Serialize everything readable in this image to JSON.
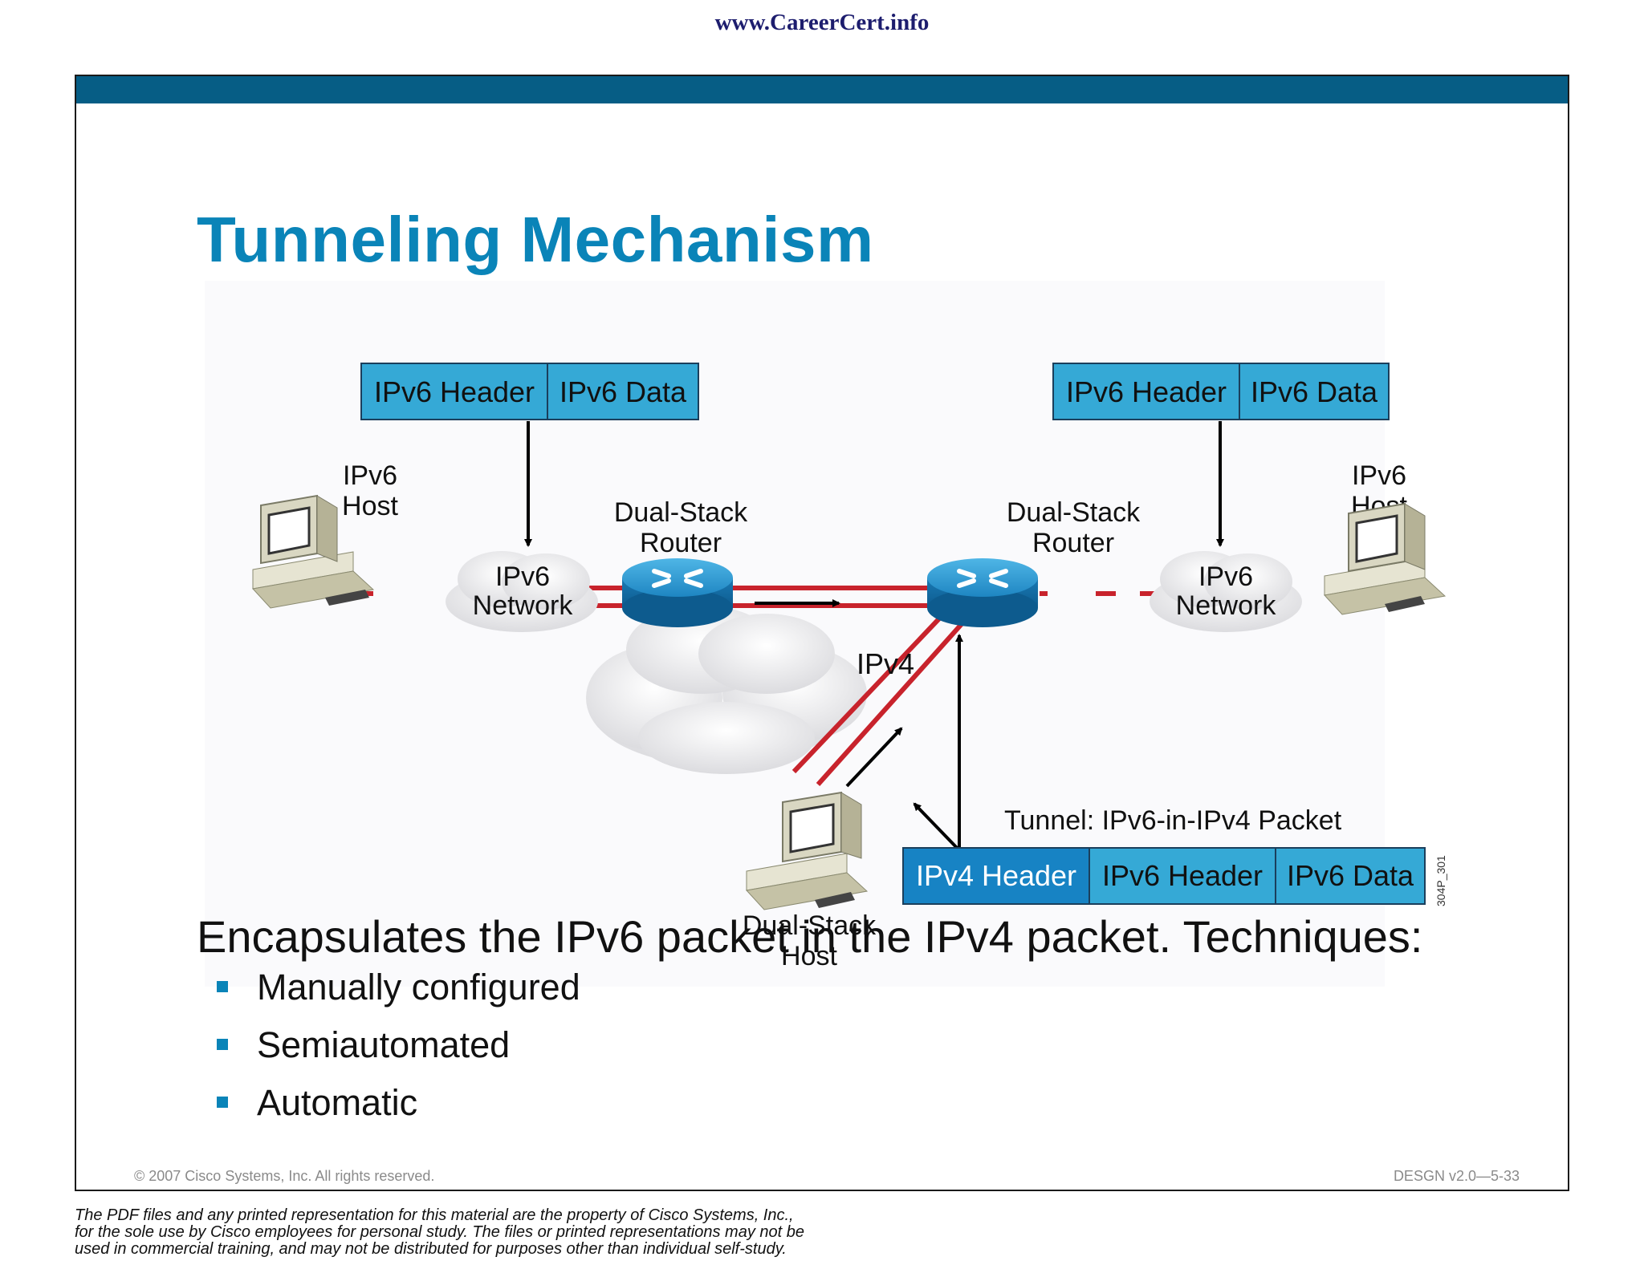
{
  "site_url": "www.CareerCert.info",
  "slide": {
    "title": "Tunneling Mechanism",
    "copyright": "© 2007 Cisco Systems, Inc. All rights reserved.",
    "course_code": "DESGN v2.0—5-33",
    "intro": "Encapsulates the IPv6 packet in the IPv4 packet. Techniques:",
    "bullets": [
      "Manually configured",
      "Semiautomated",
      "Automatic"
    ]
  },
  "diagram": {
    "left_packet": {
      "header": "IPv6 Header",
      "data": "IPv6 Data"
    },
    "right_packet": {
      "header": "IPv6 Header",
      "data": "IPv6 Data"
    },
    "left_host": {
      "line1": "IPv6",
      "line2": "Host"
    },
    "right_host": {
      "line1": "IPv6",
      "line2": "Host"
    },
    "left_network": {
      "line1": "IPv6",
      "line2": "Network"
    },
    "right_network": {
      "line1": "IPv6",
      "line2": "Network"
    },
    "left_router": {
      "line1": "Dual-Stack",
      "line2": "Router"
    },
    "right_router": {
      "line1": "Dual-Stack",
      "line2": "Router"
    },
    "ipv4_cloud": "IPv4",
    "dual_stack_host": {
      "line1": "Dual-Stack",
      "line2": "Host"
    },
    "tunnel_label": "Tunnel: IPv6-in-IPv4 Packet",
    "tunnel_packet": {
      "ipv4_header": "IPv4 Header",
      "ipv6_header": "IPv6 Header",
      "ipv6_data": "IPv6 Data"
    },
    "figure_id": "304P_301"
  },
  "colors": {
    "accent": "#0a84b8",
    "topbar": "#065d85",
    "packet_fill": "#35a9d6",
    "link_red": "#c8232c"
  },
  "disclaimer": [
    "The PDF files and any printed representation for this material are the property of Cisco Systems, Inc.,",
    "for the sole use by Cisco employees for personal study. The files or printed representations may not be",
    "used in commercial training, and may not be distributed for purposes other than individual self-study."
  ]
}
